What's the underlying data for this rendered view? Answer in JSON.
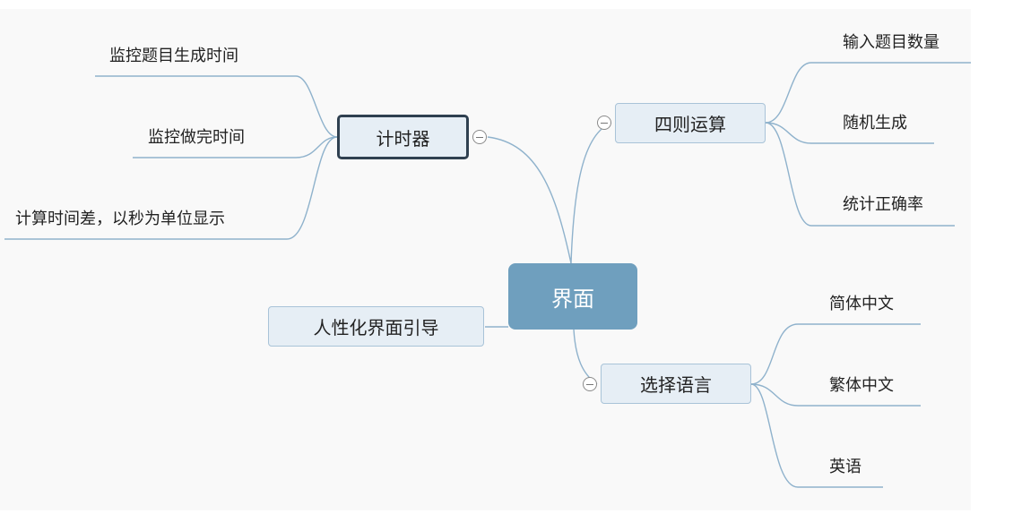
{
  "mindmap": {
    "root": "界面",
    "timer": {
      "label": "计时器",
      "children": [
        "监控题目生成时间",
        "监控做完时间",
        "计算时间差，以秒为单位显示"
      ]
    },
    "arithmetic": {
      "label": "四则运算",
      "children": [
        "输入题目数量",
        "随机生成",
        "统计正确率"
      ]
    },
    "language": {
      "label": "选择语言",
      "children": [
        "简体中文",
        "繁体中文",
        "英语"
      ]
    },
    "guide": {
      "label": "人性化界面引导"
    }
  },
  "colors": {
    "root_fill": "#6f9fbe",
    "topic_fill": "#e6eef5",
    "topic_border": "#a9c3d8",
    "selected_border": "#2f4050",
    "line": "#8fb2cc",
    "background": "#f9f9f9"
  },
  "icons": {
    "collapse": "minus-circle-icon"
  }
}
